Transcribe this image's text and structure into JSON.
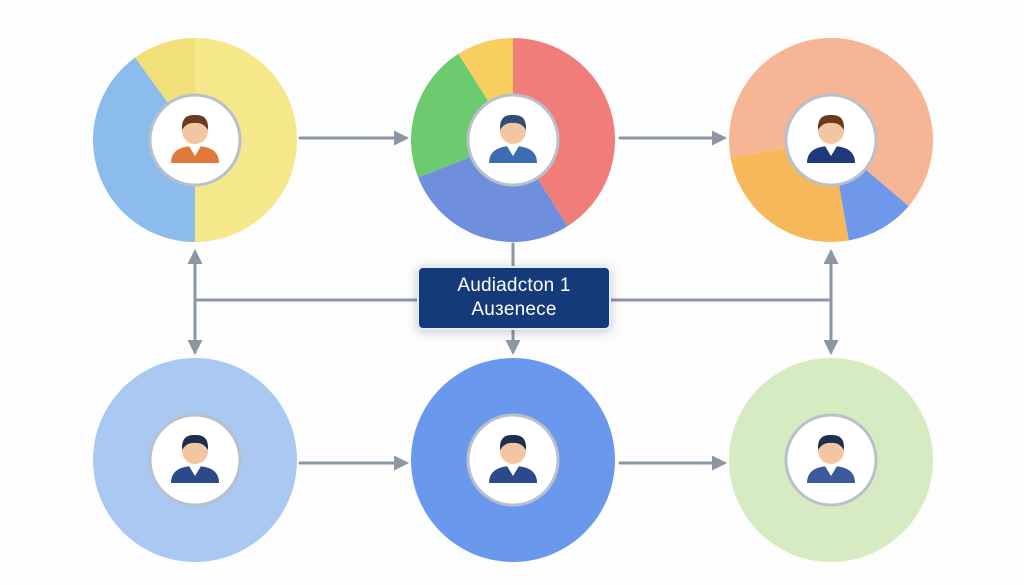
{
  "center_label": {
    "line1": "Audiadcton 1",
    "line2": "Auзenece"
  },
  "colors": {
    "arrow": "#8c97a6",
    "label_bg": "#143a7a",
    "avatar_ring": "#b8c0cc",
    "skin": "#f2c6a0",
    "hair_dark": "#1f2f4f",
    "hair_brown": "#6b3a1f"
  },
  "nodes": [
    {
      "id": "top-left",
      "type": "pie",
      "segments": [
        {
          "color": "#f5e88a",
          "share": 0.5
        },
        {
          "color": "#8bbcec",
          "share": 0.4
        },
        {
          "color": "#f1e07a",
          "share": 0.1
        }
      ],
      "avatar": {
        "icon": "person-orange-shirt-icon",
        "shirt": "#e07a3a",
        "hair": "#6b3a1f"
      }
    },
    {
      "id": "top-middle",
      "type": "pie",
      "segments": [
        {
          "color": "#f07d7a",
          "share": 0.41
        },
        {
          "color": "#6f8fdc",
          "share": 0.28
        },
        {
          "color": "#6ccb6e",
          "share": 0.22
        },
        {
          "color": "#f7cf5e",
          "share": 0.09
        }
      ],
      "avatar": {
        "icon": "person-blue-shirt-icon",
        "shirt": "#3c6cb4",
        "hair": "#2f4f7a"
      }
    },
    {
      "id": "top-right",
      "type": "pie",
      "segments": [
        {
          "color": "#f6b594",
          "share": 0.64
        },
        {
          "color": "#6f98ea",
          "share": 0.11
        },
        {
          "color": "#f7b85c",
          "share": 0.25
        }
      ],
      "avatar": {
        "icon": "person-woman-suit-icon",
        "shirt": "#1f3a7a",
        "hair": "#6b3a1f"
      }
    },
    {
      "id": "bottom-left",
      "type": "solid",
      "color": "#a9c8f2",
      "avatar": {
        "icon": "person-suit-icon",
        "shirt": "#2a4a8a",
        "hair": "#1f2f4f"
      }
    },
    {
      "id": "bottom-middle",
      "type": "solid",
      "color": "#6a98ec",
      "avatar": {
        "icon": "person-casual-icon",
        "shirt": "#2a4a8a",
        "hair": "#1f2f4f"
      }
    },
    {
      "id": "bottom-right",
      "type": "solid",
      "color": "#d6ebc2",
      "avatar": {
        "icon": "person-suit-icon",
        "shirt": "#3a5a9a",
        "hair": "#1f2f4f"
      }
    }
  ]
}
